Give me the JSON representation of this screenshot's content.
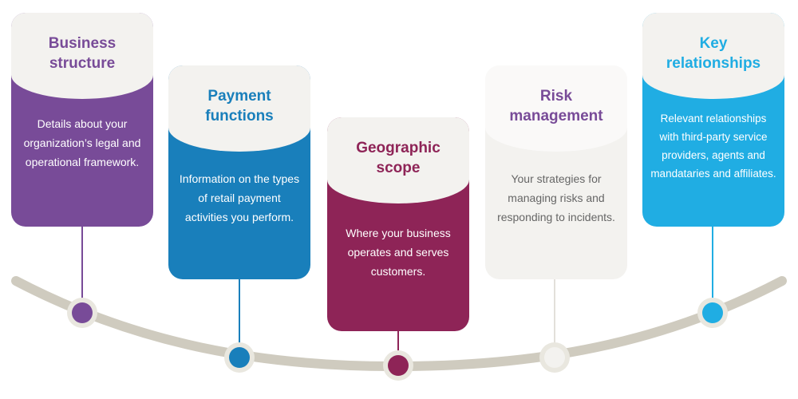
{
  "colors": {
    "track": "#cfcbbf",
    "business": "#784b98",
    "payment": "#197fbb",
    "geographic": "#8e2457",
    "risk_text": "#784b98",
    "risk_body": "#666666",
    "key": "#20ade3",
    "header_bg": "#f3f2ef",
    "body_text_light": "#ffffff"
  },
  "cards": [
    {
      "title": "Business\nstructure",
      "body": "Details about your organization’s legal and operational framework."
    },
    {
      "title": "Payment\nfunctions",
      "body": "Information on the types of retail payment activities you perform."
    },
    {
      "title": "Geographic\nscope",
      "body": "Where your business operates and serves customers."
    },
    {
      "title": "Risk\nmanagement",
      "body": "Your strategies for managing risks and responding to incidents."
    },
    {
      "title": "Key\nrelationships",
      "body": "Relevant relationships with third-party service providers, agents and mandataries and affiliates."
    }
  ]
}
